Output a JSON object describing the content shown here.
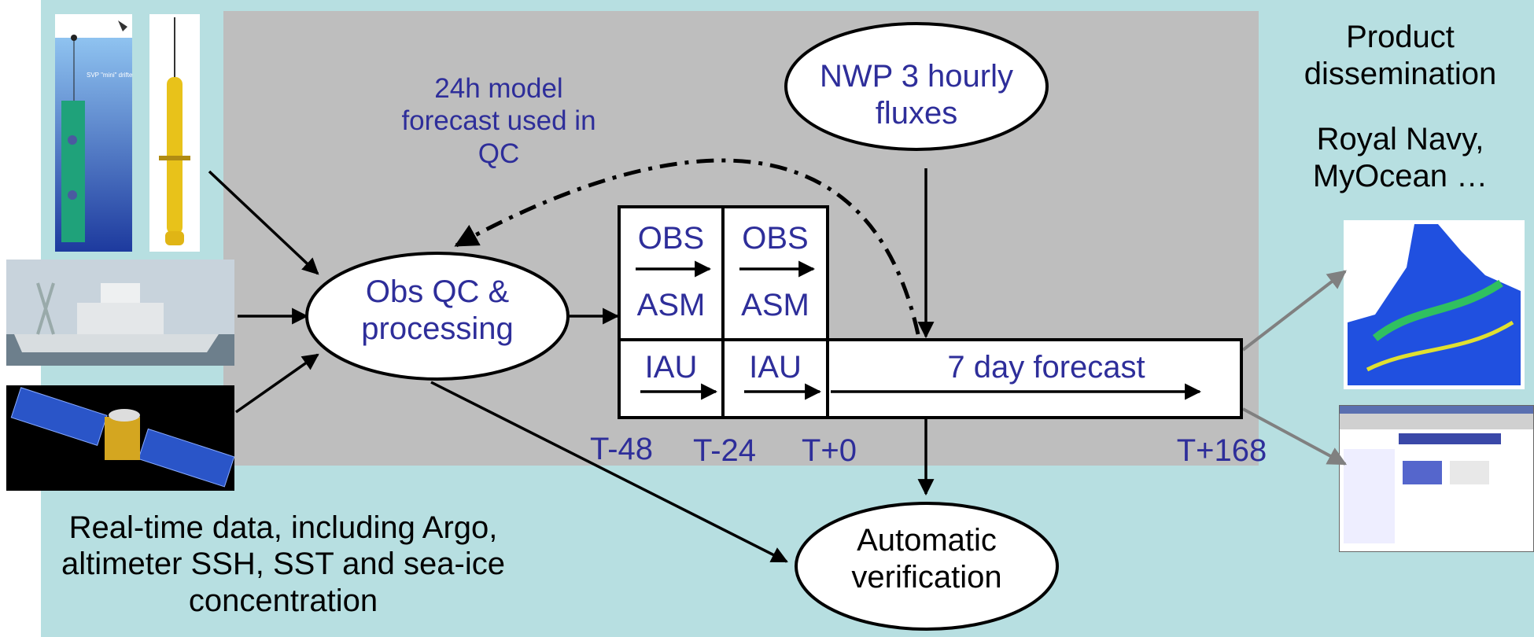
{
  "qc_note": [
    "24h model",
    "forecast used in",
    "QC"
  ],
  "nwp_node": [
    "NWP 3 hourly",
    "fluxes"
  ],
  "obsqc_node": [
    "Obs QC &",
    "processing"
  ],
  "cycle": {
    "cell1": {
      "obs": "OBS",
      "asm": "ASM",
      "iau": "IAU"
    },
    "cell2": {
      "obs": "OBS",
      "asm": "ASM",
      "iau": "IAU"
    }
  },
  "forecast_label": "7 day forecast",
  "time_labels": [
    "T-48",
    "T-24",
    "T+0",
    "T+168"
  ],
  "verification_node": [
    "Automatic",
    "verification"
  ],
  "data_caption": [
    "Real-time data, including Argo,",
    "altimeter SSH, SST and sea-ice",
    "concentration"
  ],
  "dissemination": [
    "Product",
    "dissemination"
  ],
  "users": [
    "Royal Navy,",
    "MyOcean …"
  ],
  "drifter_sketch": {
    "label": "SVP \"mini\" drifter"
  },
  "colors": {
    "background": "#b7dfe1",
    "panel": "#bebebe",
    "diagram_text": "#2e2e9a",
    "arrow": "#000000"
  }
}
